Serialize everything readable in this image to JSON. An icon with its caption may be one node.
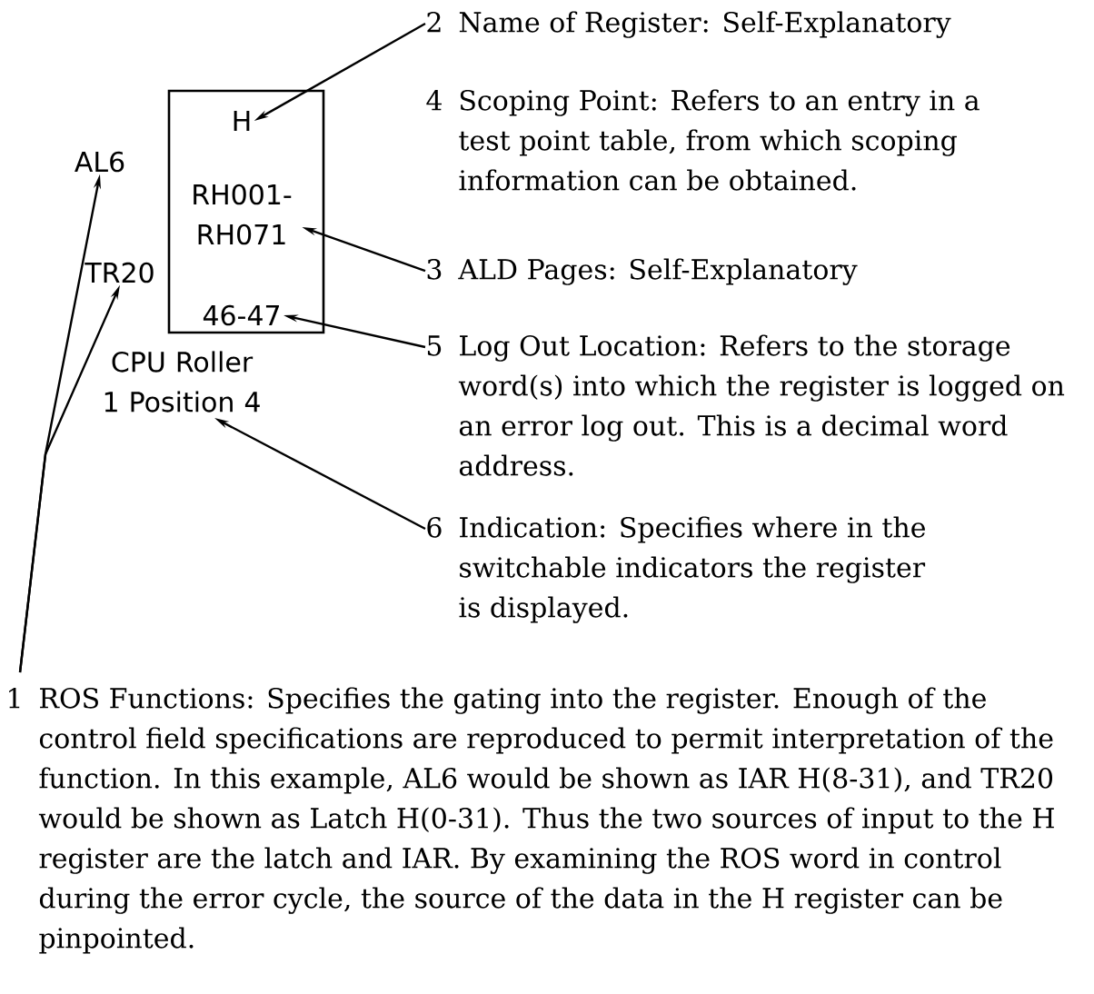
{
  "diagram": {
    "nodes": [
      {
        "text": [],
        "shape": "box"
      },
      {
        "text": [
          "H"
        ],
        "in": 0
      },
      {
        "text": [
          "RH001- RH071"
        ],
        "in": 0
      },
      {
        "text": [
          "46-47"
        ],
        "in": 0
      },
      {
        "text": [
          "AL6"
        ]
      },
      {
        "text": [
          "TR20"
        ]
      },
      {
        "text": [
          "CPU Roller 1 Position 4"
        ]
      },
      {
        "text": [
          "2",
          "Name of Register: Self-Explanatory"
        ]
      },
      {
        "text": [
          "4",
          "Scoping Point: Refers to an entry in a test point table, from which scoping information can be obtained."
        ]
      },
      {
        "text": [
          "3",
          "ALD Pages: Self-Explanatory"
        ]
      },
      {
        "text": [
          "5",
          "Log Out Location: Refers to the storage word(s) into which the register is logged on an error log out. This is a decimal word address."
        ]
      },
      {
        "text": [
          "6",
          "Indication: Specifies where in the switchable indicators the register is displayed."
        ]
      },
      {
        "text": [
          "1",
          "ROS Functions: Specifies the gating into the register. Enough of the control field specifications are reproduced to permit interpretation of the function. In this example, AL6 would be shown as IAR H(8-31), and TR20 would be shown as Latch H(0-31). Thus the two sources of input to the H register are the latch and IAR. By examining the ROS word in control during the error cycle, the source of the data in the H register can be pinpointed."
        ]
      }
    ],
    "edges": [
      {
        "from": 7,
        "to": 1,
        "arrow": "to"
      },
      {
        "from": 9,
        "to": 2,
        "arrow": "to"
      },
      {
        "from": 10,
        "to": 3,
        "arrow": "to"
      },
      {
        "from": 11,
        "to": 6,
        "arrow": "to"
      },
      {
        "from": 12,
        "to": 4,
        "arrow": "to"
      },
      {
        "from": 12,
        "to": 5,
        "arrow": "to"
      }
    ]
  }
}
